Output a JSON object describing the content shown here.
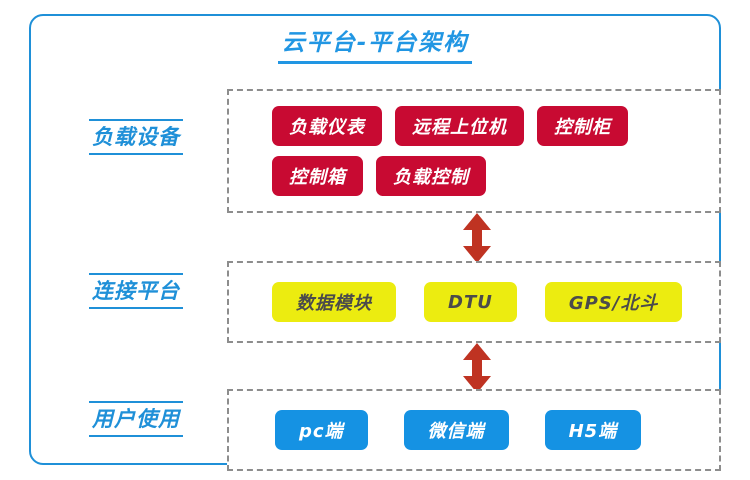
{
  "diagram": {
    "title": "云平台-平台架构",
    "accent_blue": "#1f90d8",
    "chip_red": "#c80a32",
    "chip_yellow": "#ecec10",
    "chip_blue": "#1592e3",
    "dashed_border": "#8d8d8d",
    "arrow_color": "#bf3322",
    "layers": [
      {
        "id": "load-equipment",
        "label": "负载设备",
        "chip_style": "red",
        "rows": [
          [
            "负载仪表",
            "远程上位机",
            "控制柜"
          ],
          [
            "控制箱",
            "负载控制"
          ]
        ]
      },
      {
        "id": "connection-platform",
        "label": "连接平台",
        "chip_style": "yellow",
        "rows": [
          [
            "数据模块",
            "DTU",
            "GPS/北斗"
          ]
        ]
      },
      {
        "id": "user-access",
        "label": "用户使用",
        "chip_style": "blue",
        "rows": [
          [
            "pc端",
            "微信端",
            "H5端"
          ]
        ]
      }
    ],
    "connectors": [
      {
        "id": "load-to-connect",
        "icon": "double-arrow-vertical-icon"
      },
      {
        "id": "connect-to-user",
        "icon": "double-arrow-vertical-icon"
      }
    ]
  }
}
